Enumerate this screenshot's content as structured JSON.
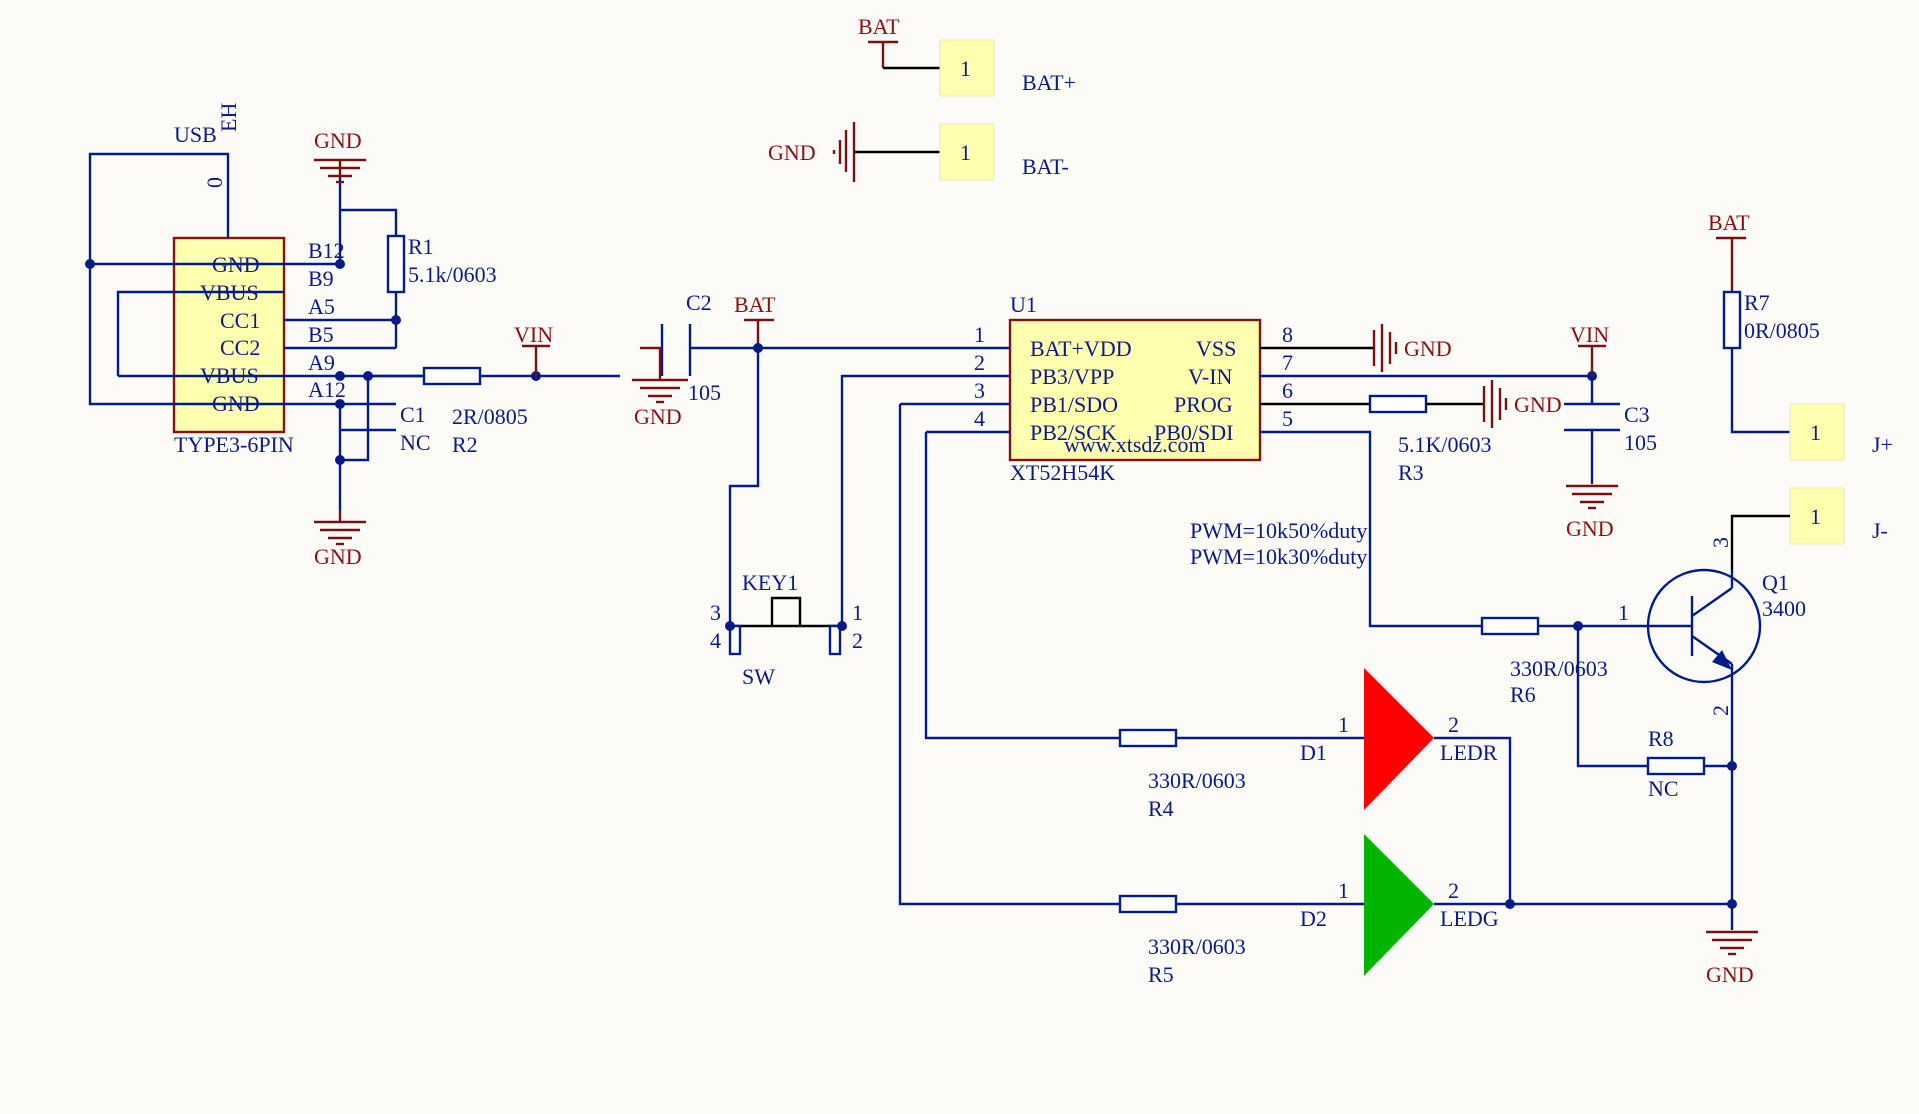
{
  "bat_terminal": {
    "net": "BAT",
    "pin": "1",
    "label": "BAT+"
  },
  "batn_terminal": {
    "net": "GND",
    "pin": "1",
    "label": "BAT-"
  },
  "usb": {
    "ref": "USB",
    "sub": "EH",
    "zero": "0",
    "part": "TYPE3-6PIN",
    "pins": [
      "GND",
      "VBUS",
      "CC1",
      "CC2",
      "VBUS",
      "GND"
    ],
    "pin_ids": [
      "B12",
      "B9",
      "A5",
      "B5",
      "A9",
      "A12"
    ],
    "gnd_top": "GND",
    "gnd_bottom": "GND"
  },
  "r1": {
    "ref": "R1",
    "value": "5.1k/0603"
  },
  "c1": {
    "ref": "C1",
    "value": "NC"
  },
  "r2": {
    "ref": "R2",
    "value": "2R/0805"
  },
  "vin_left": "VIN",
  "c2": {
    "ref": "C2",
    "value": "105",
    "gnd": "GND"
  },
  "bat_net": "BAT",
  "key": {
    "ref": "KEY1",
    "name": "SW",
    "pins": [
      "3",
      "4",
      "1",
      "2"
    ]
  },
  "u1": {
    "ref": "U1",
    "part": "XT52H54K",
    "watermark": "www.xtsdz.com",
    "left_pins": [
      "BAT+VDD",
      "PB3/VPP",
      "PB1/SDO",
      "PB2/SCK"
    ],
    "left_nums": [
      "1",
      "2",
      "3",
      "4"
    ],
    "right_pins": [
      "VSS",
      "V-IN",
      "PROG",
      "PB0/SDI"
    ],
    "right_nums": [
      "8",
      "7",
      "6",
      "5"
    ]
  },
  "gnd_u1": "GND",
  "r3": {
    "ref": "R3",
    "value": "5.1K/0603",
    "gnd": "GND"
  },
  "vin_right": "VIN",
  "c3": {
    "ref": "C3",
    "value": "105",
    "gnd": "GND"
  },
  "r7": {
    "net": "BAT",
    "ref": "R7",
    "value": "0R/0805"
  },
  "jplus": {
    "pin": "1",
    "label": "J+"
  },
  "jminus": {
    "pin": "1",
    "label": "J-"
  },
  "pwm_notes": [
    "PWM=10k50%duty",
    "PWM=10k30%duty"
  ],
  "q1": {
    "ref": "Q1",
    "value": "3400",
    "pins": [
      "1",
      "2",
      "3"
    ]
  },
  "r6": {
    "ref": "R6",
    "value": "330R/0603"
  },
  "r8": {
    "ref": "R8",
    "value": "NC"
  },
  "d1": {
    "ref": "D1",
    "name": "LEDR",
    "pin1": "1",
    "pin2": "2",
    "color": "#ff0000"
  },
  "d2": {
    "ref": "D2",
    "name": "LEDG",
    "pin1": "1",
    "pin2": "2",
    "color": "#00b400"
  },
  "r4": {
    "ref": "R4",
    "value": "330R/0603"
  },
  "r5": {
    "ref": "R5",
    "value": "330R/0603"
  },
  "gnd_q": "GND"
}
